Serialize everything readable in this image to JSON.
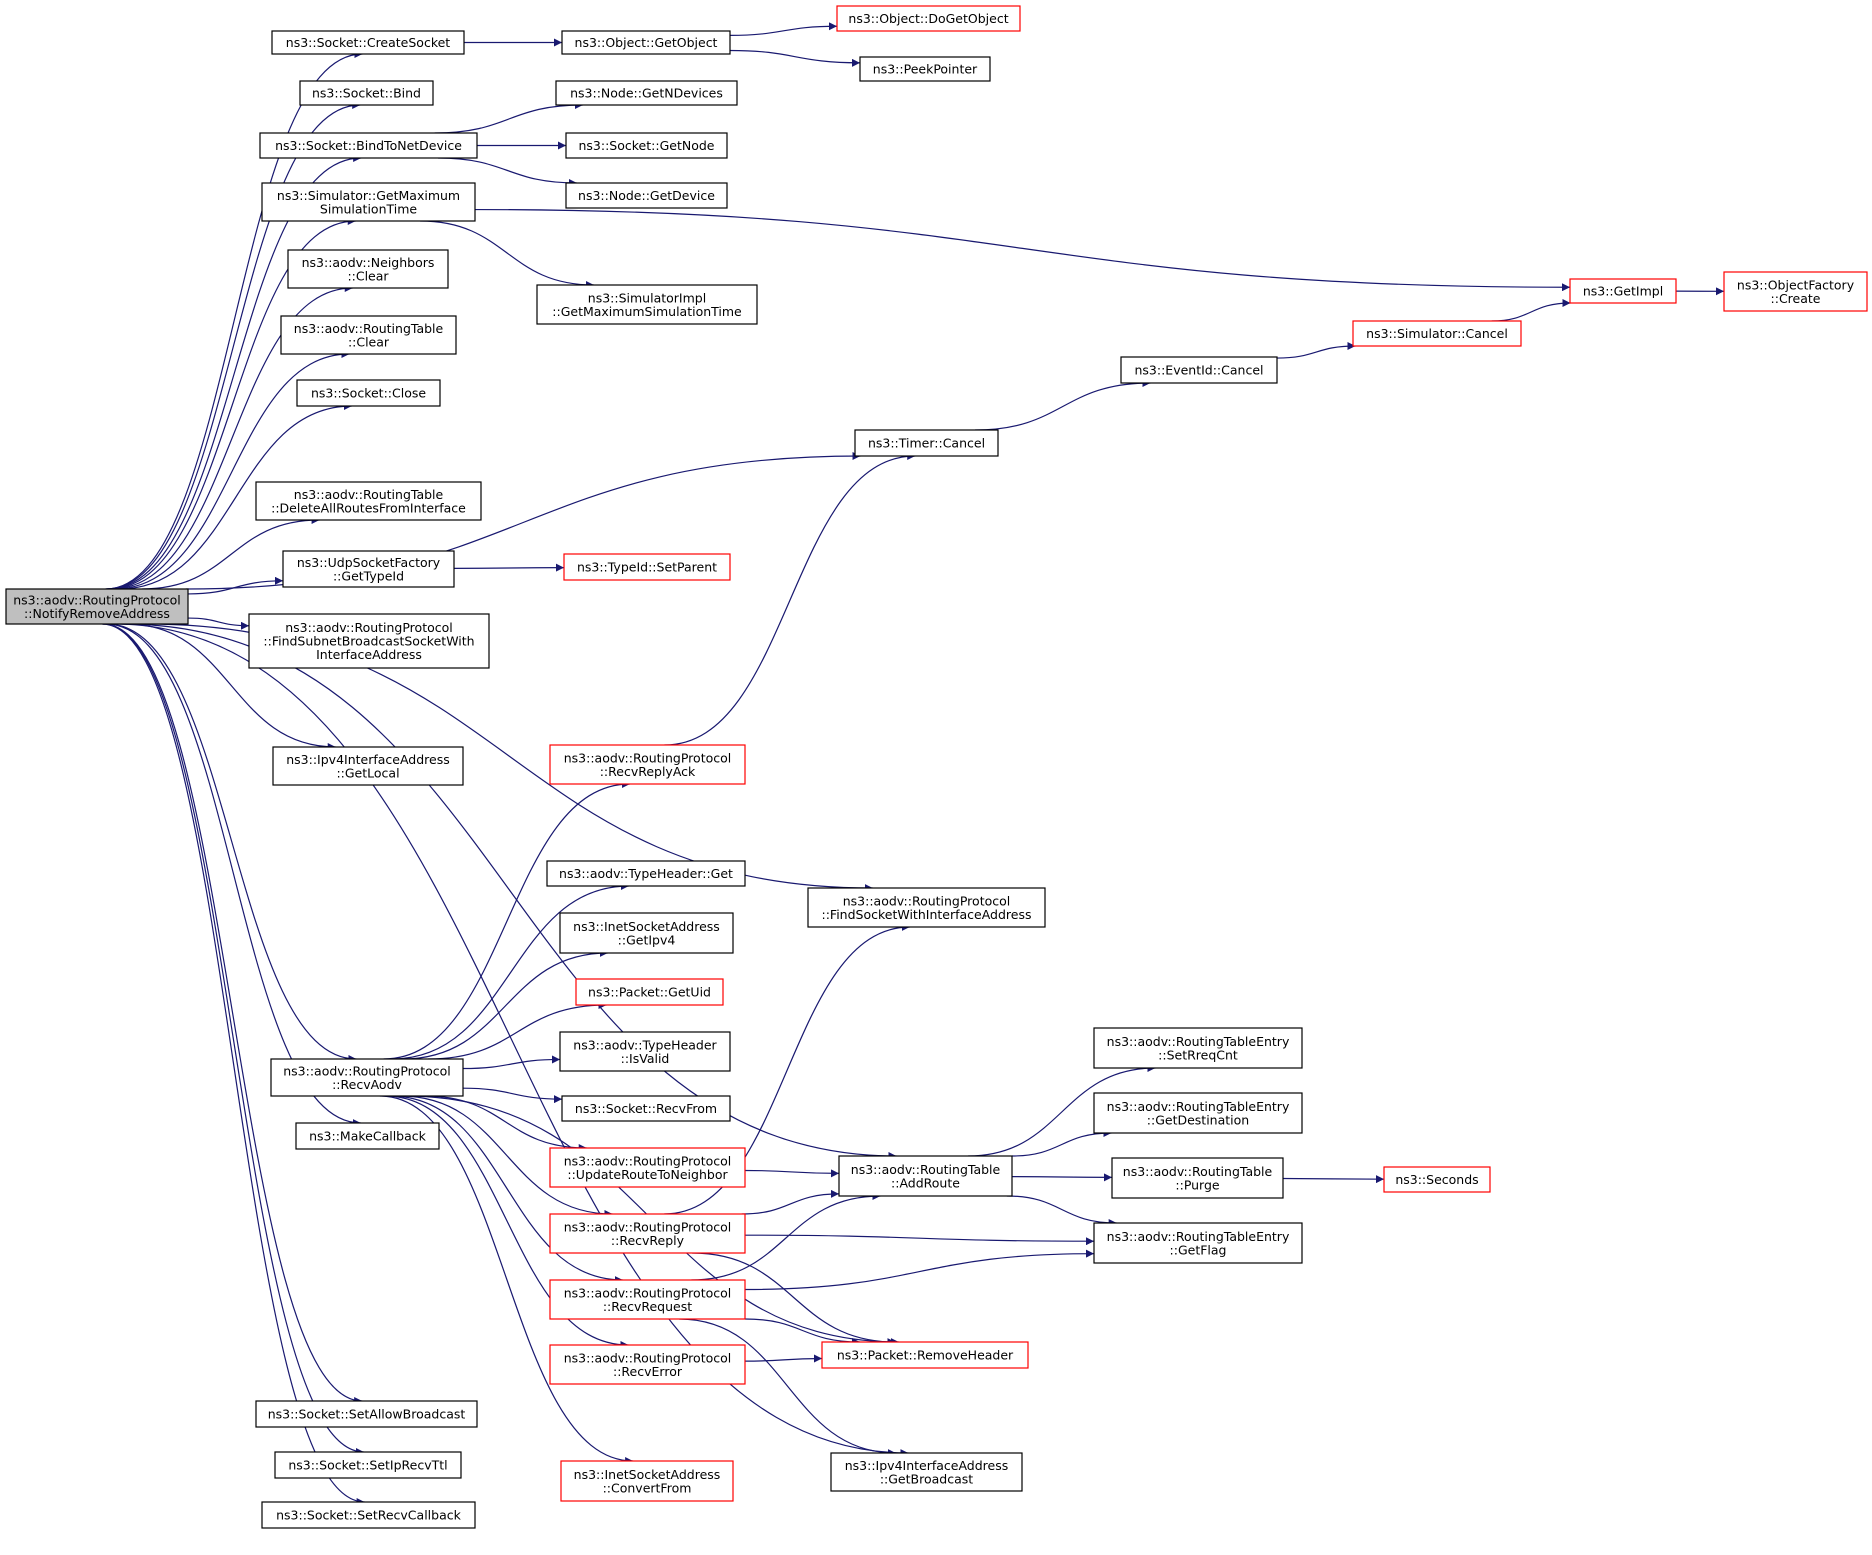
{
  "colors": {
    "edge": "#191970",
    "root_fill": "#bfbfbf",
    "node_fill": "#ffffff",
    "node_border": "#000000",
    "external_border": "#ff0000",
    "text": "#000000"
  },
  "nodes": [
    {
      "id": "root",
      "lines": [
        "ns3::aodv::RoutingProtocol",
        "::NotifyRemoveAddress"
      ],
      "style": "root"
    },
    {
      "id": "create_socket",
      "lines": [
        "ns3::Socket::CreateSocket"
      ],
      "style": "normal"
    },
    {
      "id": "get_object",
      "lines": [
        "ns3::Object::GetObject"
      ],
      "style": "normal"
    },
    {
      "id": "do_get_object",
      "lines": [
        "ns3::Object::DoGetObject"
      ],
      "style": "red"
    },
    {
      "id": "peek_pointer",
      "lines": [
        "ns3::PeekPointer"
      ],
      "style": "normal"
    },
    {
      "id": "socket_bind",
      "lines": [
        "ns3::Socket::Bind"
      ],
      "style": "normal"
    },
    {
      "id": "node_get_n_devices",
      "lines": [
        "ns3::Node::GetNDevices"
      ],
      "style": "normal"
    },
    {
      "id": "bind_to_net_device",
      "lines": [
        "ns3::Socket::BindToNetDevice"
      ],
      "style": "normal"
    },
    {
      "id": "socket_get_node",
      "lines": [
        "ns3::Socket::GetNode"
      ],
      "style": "normal"
    },
    {
      "id": "node_get_device",
      "lines": [
        "ns3::Node::GetDevice"
      ],
      "style": "normal"
    },
    {
      "id": "sim_get_max_time",
      "lines": [
        "ns3::Simulator::GetMaximum",
        "SimulationTime"
      ],
      "style": "normal"
    },
    {
      "id": "neighbors_clear",
      "lines": [
        "ns3::aodv::Neighbors",
        "::Clear"
      ],
      "style": "normal"
    },
    {
      "id": "simimpl_get_max_time",
      "lines": [
        "ns3::SimulatorImpl",
        "::GetMaximumSimulationTime"
      ],
      "style": "normal"
    },
    {
      "id": "get_impl",
      "lines": [
        "ns3::GetImpl"
      ],
      "style": "red"
    },
    {
      "id": "object_factory_create",
      "lines": [
        "ns3::ObjectFactory",
        "::Create"
      ],
      "style": "red"
    },
    {
      "id": "rt_clear",
      "lines": [
        "ns3::aodv::RoutingTable",
        "::Clear"
      ],
      "style": "normal"
    },
    {
      "id": "simulator_cancel",
      "lines": [
        "ns3::Simulator::Cancel"
      ],
      "style": "red"
    },
    {
      "id": "socket_close",
      "lines": [
        "ns3::Socket::Close"
      ],
      "style": "normal"
    },
    {
      "id": "eventid_cancel",
      "lines": [
        "ns3::EventId::Cancel"
      ],
      "style": "normal"
    },
    {
      "id": "timer_cancel",
      "lines": [
        "ns3::Timer::Cancel"
      ],
      "style": "normal"
    },
    {
      "id": "delete_all_routes",
      "lines": [
        "ns3::aodv::RoutingTable",
        "::DeleteAllRoutesFromInterface"
      ],
      "style": "normal"
    },
    {
      "id": "udp_get_type_id",
      "lines": [
        "ns3::UdpSocketFactory",
        "::GetTypeId"
      ],
      "style": "normal"
    },
    {
      "id": "typeid_set_parent",
      "lines": [
        "ns3::TypeId::SetParent"
      ],
      "style": "red"
    },
    {
      "id": "find_subnet_bcast",
      "lines": [
        "ns3::aodv::RoutingProtocol",
        "::FindSubnetBroadcastSocketWith",
        "InterfaceAddress"
      ],
      "style": "normal"
    },
    {
      "id": "ipv4_get_local",
      "lines": [
        "ns3::Ipv4InterfaceAddress",
        "::GetLocal"
      ],
      "style": "normal"
    },
    {
      "id": "recv_reply_ack",
      "lines": [
        "ns3::aodv::RoutingProtocol",
        "::RecvReplyAck"
      ],
      "style": "red"
    },
    {
      "id": "typeheader_get",
      "lines": [
        "ns3::aodv::TypeHeader::Get"
      ],
      "style": "normal"
    },
    {
      "id": "find_socket_iface",
      "lines": [
        "ns3::aodv::RoutingProtocol",
        "::FindSocketWithInterfaceAddress"
      ],
      "style": "normal"
    },
    {
      "id": "inet_get_ipv4",
      "lines": [
        "ns3::InetSocketAddress",
        "::GetIpv4"
      ],
      "style": "normal"
    },
    {
      "id": "packet_get_uid",
      "lines": [
        "ns3::Packet::GetUid"
      ],
      "style": "red"
    },
    {
      "id": "rte_set_rreq_cnt",
      "lines": [
        "ns3::aodv::RoutingTableEntry",
        "::SetRreqCnt"
      ],
      "style": "normal"
    },
    {
      "id": "typeheader_is_valid",
      "lines": [
        "ns3::aodv::TypeHeader",
        "::IsValid"
      ],
      "style": "normal"
    },
    {
      "id": "recv_aodv",
      "lines": [
        "ns3::aodv::RoutingProtocol",
        "::RecvAodv"
      ],
      "style": "normal"
    },
    {
      "id": "socket_recv_from",
      "lines": [
        "ns3::Socket::RecvFrom"
      ],
      "style": "normal"
    },
    {
      "id": "rte_get_destination",
      "lines": [
        "ns3::aodv::RoutingTableEntry",
        "::GetDestination"
      ],
      "style": "normal"
    },
    {
      "id": "make_callback",
      "lines": [
        "ns3::MakeCallback"
      ],
      "style": "normal"
    },
    {
      "id": "update_route_neighbor",
      "lines": [
        "ns3::aodv::RoutingProtocol",
        "::UpdateRouteToNeighbor"
      ],
      "style": "red"
    },
    {
      "id": "rt_add_route",
      "lines": [
        "ns3::aodv::RoutingTable",
        "::AddRoute"
      ],
      "style": "normal"
    },
    {
      "id": "rt_purge",
      "lines": [
        "ns3::aodv::RoutingTable",
        "::Purge"
      ],
      "style": "normal"
    },
    {
      "id": "seconds",
      "lines": [
        "ns3::Seconds"
      ],
      "style": "red"
    },
    {
      "id": "recv_reply",
      "lines": [
        "ns3::aodv::RoutingProtocol",
        "::RecvReply"
      ],
      "style": "red"
    },
    {
      "id": "rte_get_flag",
      "lines": [
        "ns3::aodv::RoutingTableEntry",
        "::GetFlag"
      ],
      "style": "normal"
    },
    {
      "id": "recv_request",
      "lines": [
        "ns3::aodv::RoutingProtocol",
        "::RecvRequest"
      ],
      "style": "red"
    },
    {
      "id": "recv_error",
      "lines": [
        "ns3::aodv::RoutingProtocol",
        "::RecvError"
      ],
      "style": "red"
    },
    {
      "id": "packet_remove_header",
      "lines": [
        "ns3::Packet::RemoveHeader"
      ],
      "style": "red"
    },
    {
      "id": "set_allow_broadcast",
      "lines": [
        "ns3::Socket::SetAllowBroadcast"
      ],
      "style": "normal"
    },
    {
      "id": "set_ip_recv_ttl",
      "lines": [
        "ns3::Socket::SetIpRecvTtl"
      ],
      "style": "normal"
    },
    {
      "id": "inet_convert_from",
      "lines": [
        "ns3::InetSocketAddress",
        "::ConvertFrom"
      ],
      "style": "red"
    },
    {
      "id": "ipv4_get_broadcast",
      "lines": [
        "ns3::Ipv4InterfaceAddress",
        "::GetBroadcast"
      ],
      "style": "normal"
    },
    {
      "id": "set_recv_callback",
      "lines": [
        "ns3::Socket::SetRecvCallback"
      ],
      "style": "normal"
    }
  ],
  "edges": [
    [
      "root",
      "create_socket"
    ],
    [
      "create_socket",
      "get_object"
    ],
    [
      "get_object",
      "do_get_object"
    ],
    [
      "get_object",
      "peek_pointer"
    ],
    [
      "root",
      "socket_bind"
    ],
    [
      "root",
      "bind_to_net_device"
    ],
    [
      "bind_to_net_device",
      "node_get_n_devices"
    ],
    [
      "bind_to_net_device",
      "socket_get_node"
    ],
    [
      "bind_to_net_device",
      "node_get_device"
    ],
    [
      "root",
      "sim_get_max_time"
    ],
    [
      "sim_get_max_time",
      "get_impl"
    ],
    [
      "sim_get_max_time",
      "simimpl_get_max_time"
    ],
    [
      "get_impl",
      "object_factory_create"
    ],
    [
      "root",
      "neighbors_clear"
    ],
    [
      "root",
      "rt_clear"
    ],
    [
      "root",
      "socket_close"
    ],
    [
      "root",
      "timer_cancel"
    ],
    [
      "timer_cancel",
      "eventid_cancel"
    ],
    [
      "eventid_cancel",
      "simulator_cancel"
    ],
    [
      "simulator_cancel",
      "get_impl"
    ],
    [
      "root",
      "delete_all_routes"
    ],
    [
      "root",
      "udp_get_type_id"
    ],
    [
      "udp_get_type_id",
      "typeid_set_parent"
    ],
    [
      "root",
      "find_subnet_bcast"
    ],
    [
      "root",
      "find_socket_iface"
    ],
    [
      "root",
      "ipv4_get_local"
    ],
    [
      "root",
      "rt_add_route"
    ],
    [
      "root",
      "recv_aodv"
    ],
    [
      "root",
      "make_callback"
    ],
    [
      "root",
      "set_allow_broadcast"
    ],
    [
      "root",
      "set_ip_recv_ttl"
    ],
    [
      "root",
      "set_recv_callback"
    ],
    [
      "root",
      "ipv4_get_broadcast"
    ],
    [
      "recv_aodv",
      "recv_reply_ack"
    ],
    [
      "recv_reply_ack",
      "timer_cancel"
    ],
    [
      "recv_aodv",
      "typeheader_get"
    ],
    [
      "recv_aodv",
      "inet_get_ipv4"
    ],
    [
      "recv_aodv",
      "packet_get_uid"
    ],
    [
      "recv_aodv",
      "typeheader_is_valid"
    ],
    [
      "recv_aodv",
      "socket_recv_from"
    ],
    [
      "recv_aodv",
      "update_route_neighbor"
    ],
    [
      "recv_aodv",
      "recv_reply"
    ],
    [
      "recv_aodv",
      "recv_request"
    ],
    [
      "recv_aodv",
      "recv_error"
    ],
    [
      "recv_aodv",
      "inet_convert_from"
    ],
    [
      "recv_aodv",
      "packet_remove_header"
    ],
    [
      "update_route_neighbor",
      "rt_add_route"
    ],
    [
      "recv_reply",
      "rt_add_route"
    ],
    [
      "recv_reply",
      "find_socket_iface"
    ],
    [
      "recv_reply",
      "rte_get_flag"
    ],
    [
      "recv_reply",
      "packet_remove_header"
    ],
    [
      "recv_request",
      "rt_add_route"
    ],
    [
      "recv_request",
      "rte_get_flag"
    ],
    [
      "recv_request",
      "packet_remove_header"
    ],
    [
      "recv_request",
      "ipv4_get_broadcast"
    ],
    [
      "recv_error",
      "packet_remove_header"
    ],
    [
      "rt_add_route",
      "rte_set_rreq_cnt"
    ],
    [
      "rt_add_route",
      "rte_get_destination"
    ],
    [
      "rt_add_route",
      "rt_purge"
    ],
    [
      "rt_add_route",
      "rte_get_flag"
    ],
    [
      "rt_purge",
      "seconds"
    ]
  ]
}
